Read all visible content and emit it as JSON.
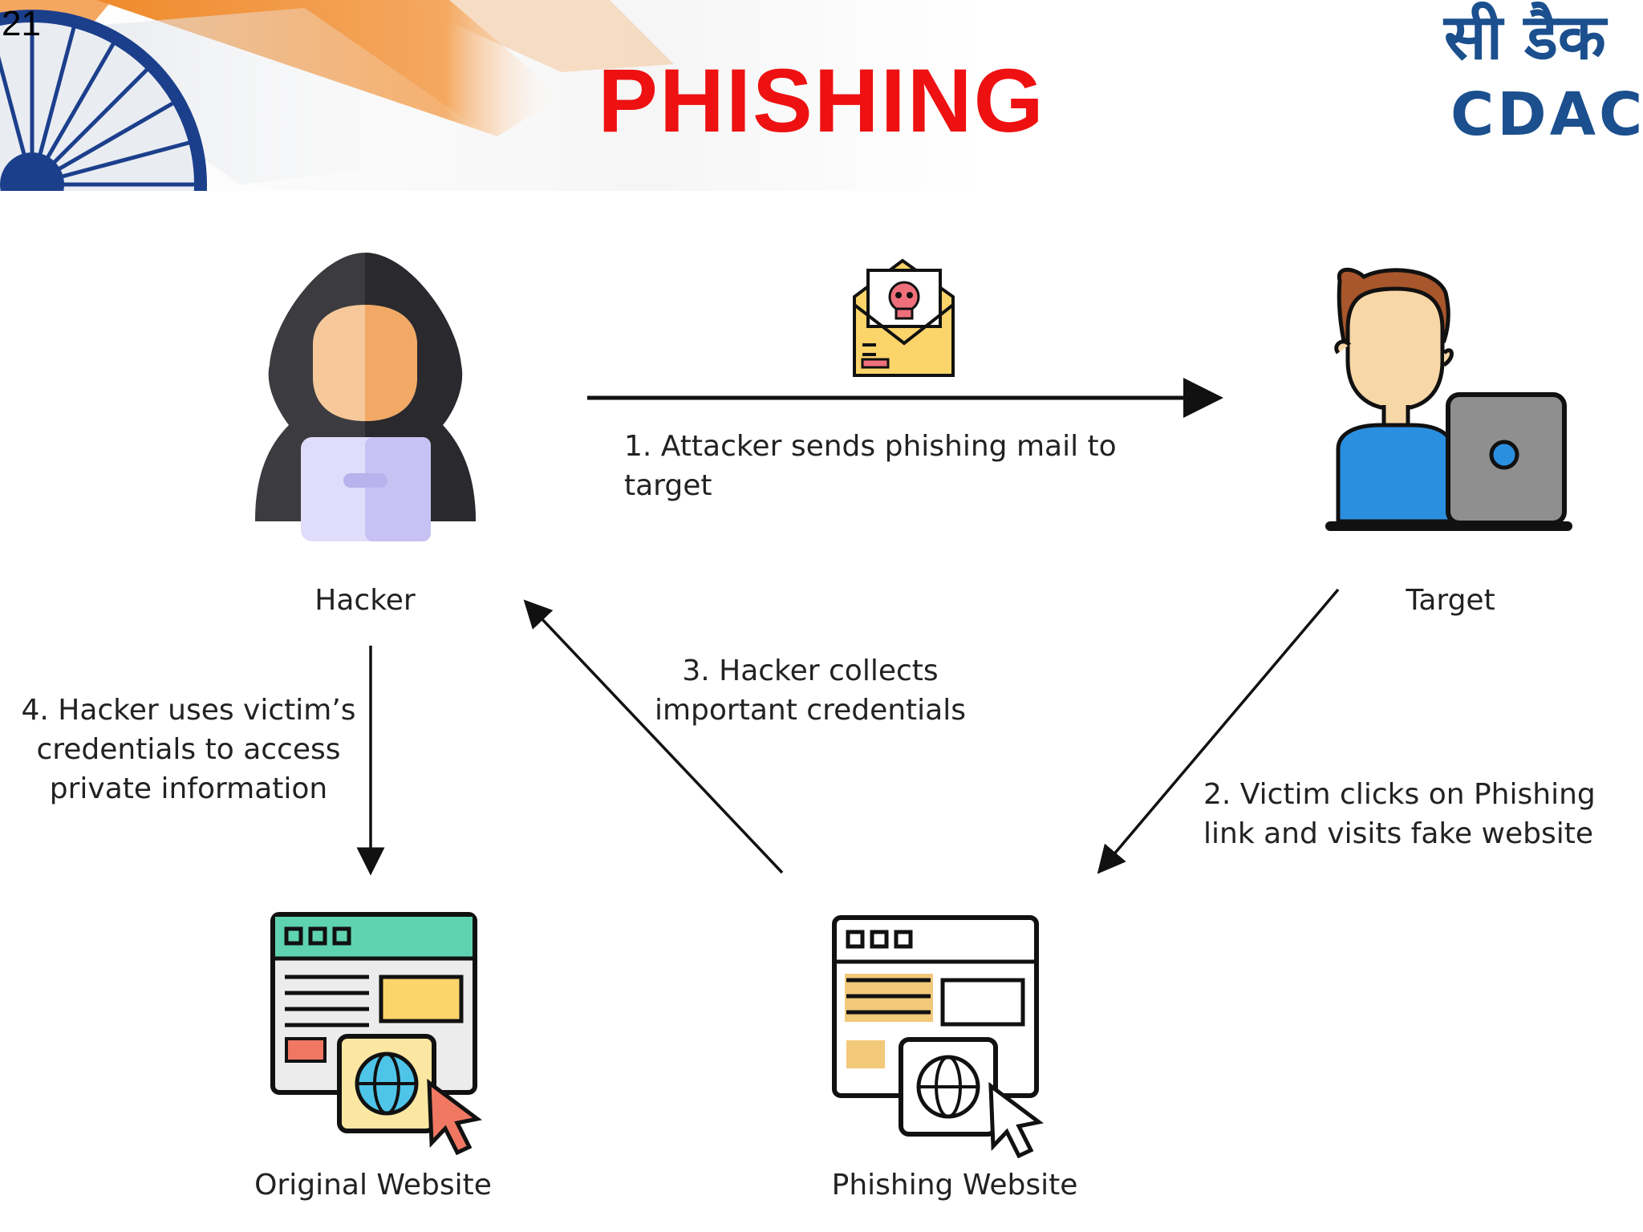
{
  "slide": {
    "page_number": "21",
    "title": "PHISHING",
    "logo": {
      "hindi_text": "सी डैक",
      "latin_text": "CDAC"
    }
  },
  "colors": {
    "title_red": "#ee1111",
    "logo_blue": "#1b4f8e",
    "flag_saffron": "#f08a2c",
    "chakra_blue": "#1c3f8c"
  },
  "nodes": {
    "hacker": {
      "label": "Hacker",
      "icon": "hooded-hacker-icon"
    },
    "target": {
      "label": "Target",
      "icon": "user-at-laptop-icon"
    },
    "original_website": {
      "label": "Original Website",
      "icon": "website-globe-cursor-icon"
    },
    "phishing_website": {
      "label": "Phishing Website",
      "icon": "website-globe-cursor-icon"
    },
    "phishing_mail": {
      "icon": "skull-envelope-icon"
    }
  },
  "steps": [
    {
      "text": "1. Attacker sends phishing mail to target"
    },
    {
      "text": "2. Victim clicks on Phishing\nlink and visits fake website"
    },
    {
      "text": "3. Hacker collects\nimportant credentials"
    },
    {
      "text": "4. Hacker uses victim’s\ncredentials to access\nprivate information"
    }
  ]
}
